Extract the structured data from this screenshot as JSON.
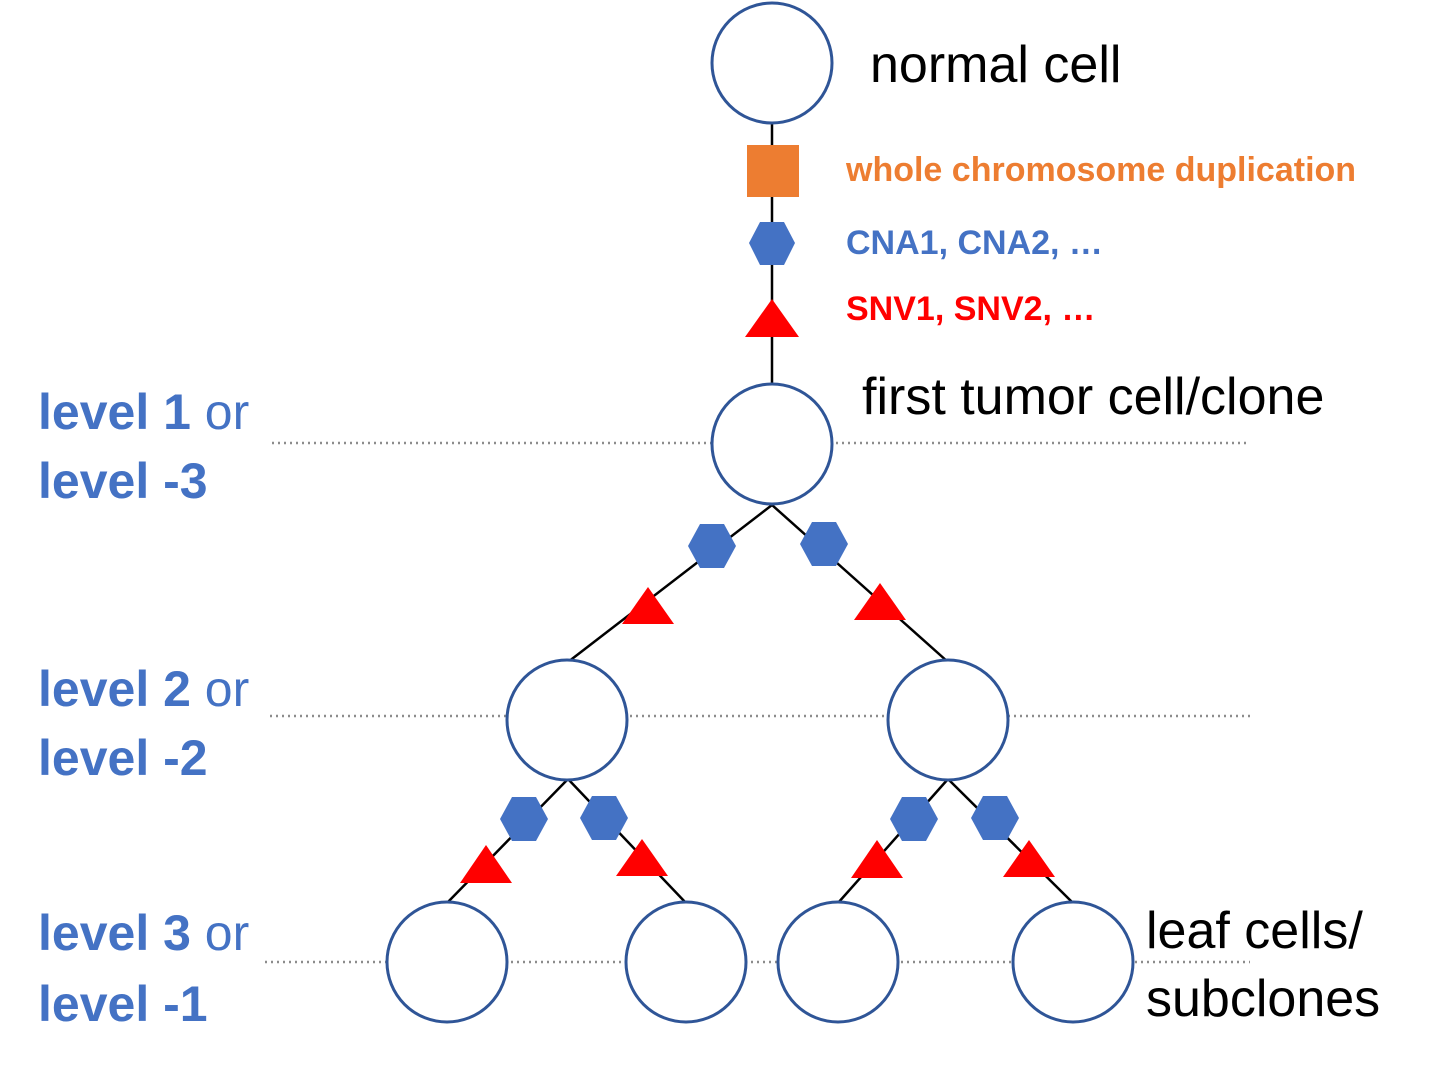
{
  "colors": {
    "node_stroke": "#2f5597",
    "level_blue": "#4472c4",
    "wcd_orange": "#ed7d31",
    "cna_blue": "#4472c4",
    "snv_red": "#ff0000",
    "guide_gray": "#8c8c8c"
  },
  "nodes": {
    "normal": "normal cell",
    "first_tumor": "first tumor cell/clone",
    "leaf_line1": "leaf cells/",
    "leaf_line2": "subclones"
  },
  "legend": {
    "wcd": "whole chromosome duplication",
    "cna": "CNA1, CNA2, …",
    "snv": "SNV1, SNV2, …"
  },
  "levels": [
    {
      "bold": "level 1",
      "or": " or",
      "alt": "level -3"
    },
    {
      "bold": "level 2",
      "or": " or",
      "alt": "level -2"
    },
    {
      "bold": "level 3",
      "or": " or",
      "alt": "level -1"
    }
  ],
  "icons": {
    "wcd": "orange-square-icon",
    "cna": "blue-hexagon-icon",
    "snv": "red-triangle-icon"
  }
}
